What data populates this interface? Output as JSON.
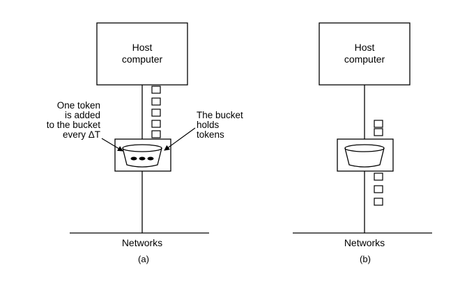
{
  "panel_a": {
    "host_line1": "Host",
    "host_line2": "computer",
    "token_label": [
      "One token",
      "is added",
      "to the bucket",
      "every ΔT"
    ],
    "bucket_label": [
      "The bucket",
      "holds",
      "tokens"
    ],
    "network_label": "Networks",
    "caption": "(a)"
  },
  "panel_b": {
    "host_line1": "Host",
    "host_line2": "computer",
    "network_label": "Networks",
    "caption": "(b)"
  }
}
